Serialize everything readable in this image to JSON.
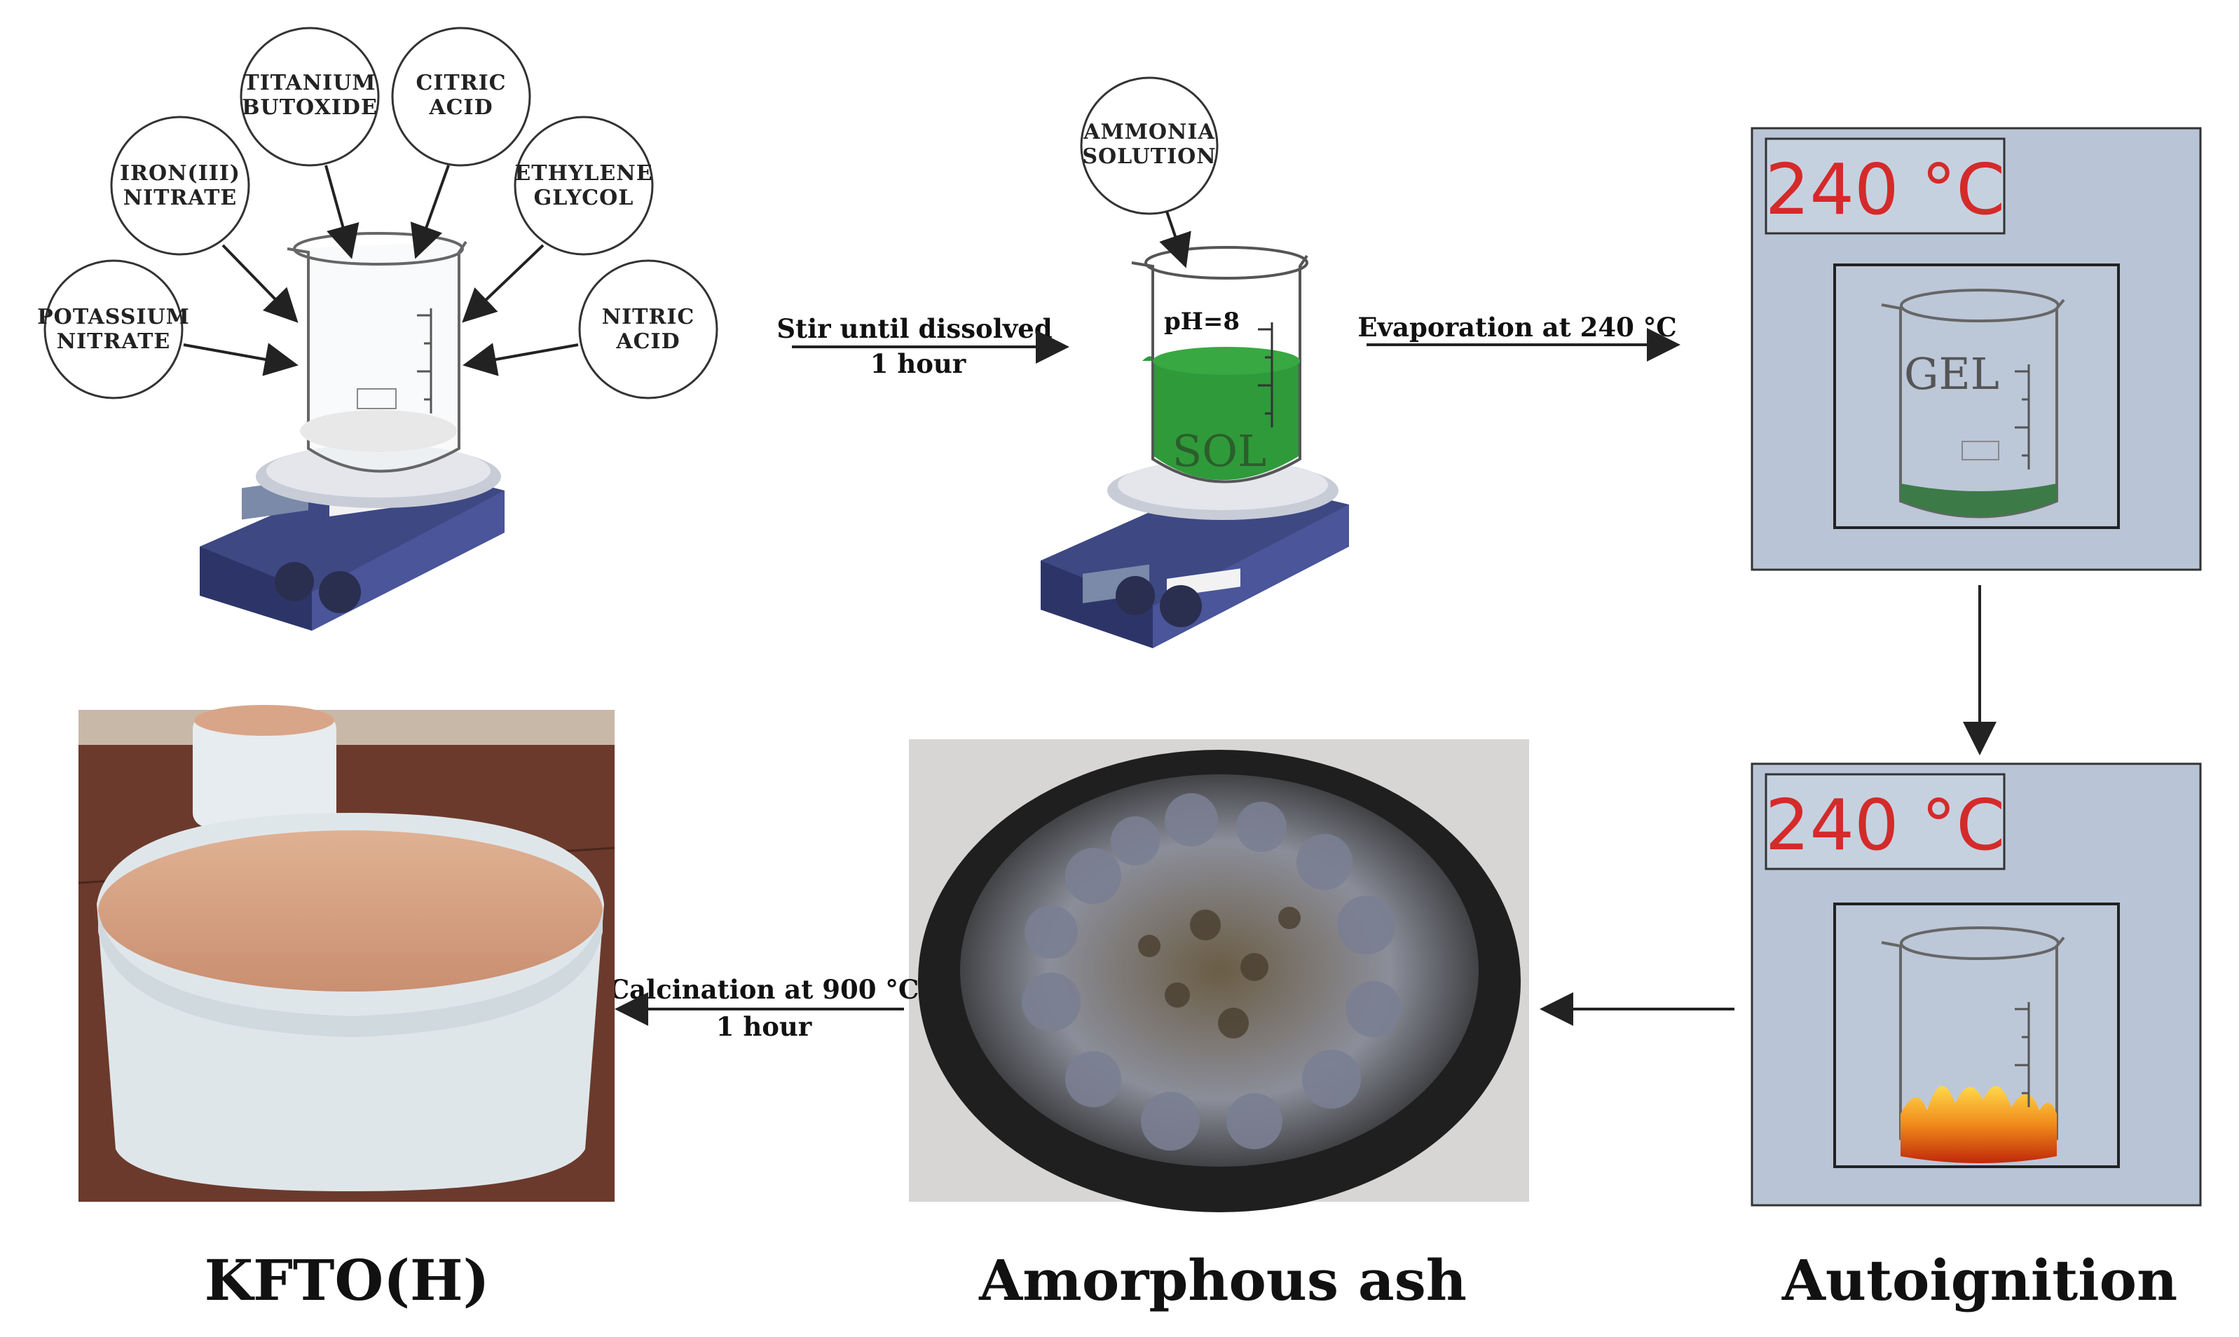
{
  "reagents": {
    "potassium_nitrate": [
      "POTASSIUM",
      "NITRATE"
    ],
    "iron_nitrate": [
      "IRON(III)",
      "NITRATE"
    ],
    "titanium_butoxide": [
      "TITANIUM",
      "BUTOXIDE"
    ],
    "citric_acid": [
      "CITRIC",
      "ACID"
    ],
    "ethylene_glycol": [
      "ETHYLENE",
      "GLYCOL"
    ],
    "nitric_acid": [
      "NITRIC",
      "ACID"
    ],
    "ammonia_solution": [
      "AMMONIA",
      "SOLUTION"
    ]
  },
  "steps": {
    "stir": [
      "Stir until dissolved",
      "1 hour"
    ],
    "evaporation": "Evaporation at 240 °C",
    "calcination": [
      "Calcination at 900 °C",
      "1 hour"
    ]
  },
  "beakers": {
    "ph": "pH=8",
    "sol": "SOL",
    "gel": "GEL"
  },
  "temperatures": {
    "evaporation_box": "240 °C",
    "autoignition_box": "240 °C"
  },
  "captions": {
    "product": "KFTO(H)",
    "ash": "Amorphous ash",
    "autoignition": "Autoignition"
  },
  "colors": {
    "sol_green": "#2f9a3a",
    "oven_panel": "#b9c5d6",
    "temp_red": "#d42a2a",
    "stirrer_blue": "#46508e",
    "powder": "#d5a283"
  }
}
